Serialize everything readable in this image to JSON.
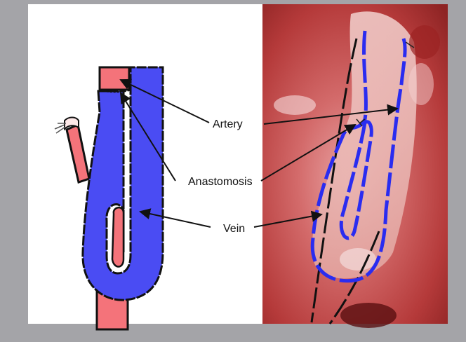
{
  "labels": {
    "artery": "Artery",
    "anastomosis": "Anastomosis",
    "vein": "Vein"
  },
  "colors": {
    "artery": "#f4737a",
    "vein": "#4a4cf3",
    "outline": "#111111",
    "frame": "#a4a4a8",
    "photo_tissue": "#b83a3a"
  }
}
